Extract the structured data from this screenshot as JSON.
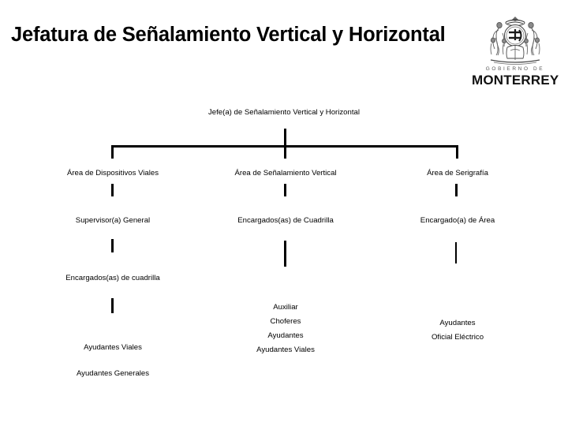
{
  "header": {
    "title": "Jefatura de Señalamiento Vertical y Horizontal",
    "logo": {
      "crest_alt": "coat-of-arms",
      "line1": "GOBIERNO DE",
      "line2": "MONTERREY"
    }
  },
  "colors": {
    "background": "#ffffff",
    "text": "#000000",
    "line": "#000000",
    "logo_subtitle": "#5a5a5a"
  },
  "chart_data": {
    "type": "diagram",
    "title": "Jefatura de Señalamiento Vertical y Horizontal",
    "orientation": "top-down",
    "root": "Jefe(a) de Señalamiento Vertical y Horizontal",
    "levels": [
      {
        "level": 1,
        "nodes": [
          "Jefe(a) de Señalamiento Vertical y Horizontal"
        ]
      },
      {
        "level": 2,
        "nodes": [
          "Área de Dispositivos Viales",
          "Área de Señalamiento Vertical",
          "Área de Serigrafía"
        ]
      },
      {
        "level": 3,
        "nodes": [
          "Supervisor(a) General",
          "Encargados(as) de Cuadrilla",
          "Encargado(a) de Área"
        ]
      },
      {
        "level": 4,
        "nodes": [
          "Encargados(as) de cuadrilla",
          "Auxiliar",
          "Ayudantes"
        ]
      },
      {
        "level": 5,
        "nodes": [
          "Ayudantes Viales",
          "Choferes",
          "Oficial Eléctrico"
        ]
      },
      {
        "level": 6,
        "nodes": [
          "Ayudantes Generales",
          "Ayudantes",
          "Ayudantes Viales"
        ]
      }
    ],
    "columns": [
      {
        "name": "dispositivos-viales",
        "items": [
          "Área de Dispositivos Viales",
          "Supervisor(a) General",
          "Encargados(as) de cuadrilla",
          "Ayudantes Viales",
          "Ayudantes Generales"
        ]
      },
      {
        "name": "senalamiento-vertical",
        "items": [
          "Área de Señalamiento Vertical",
          "Encargados(as) de Cuadrilla",
          "Auxiliar",
          "Choferes",
          "Ayudantes",
          "Ayudantes Viales"
        ]
      },
      {
        "name": "serigrafia",
        "items": [
          "Área de Serigrafía",
          "Encargado(a) de Área",
          "Ayudantes",
          "Oficial Eléctrico"
        ]
      }
    ]
  },
  "nodes": {
    "root": "Jefe(a) de Señalamiento Vertical y Horizontal",
    "area_dispositivos": "Área de Dispositivos Viales",
    "area_senalamiento": "Área de Señalamiento Vertical",
    "area_serigrafia": "Área de Serigrafía",
    "supervisor_general": "Supervisor(a) General",
    "encargados_cuadrilla": "Encargados(as) de Cuadrilla",
    "encargado_area": "Encargado(a) de Área",
    "encargados_cuadrilla_left": "Encargados(as) de cuadrilla",
    "ayudantes_viales_left": "Ayudantes Viales",
    "ayudantes_generales_left": "Ayudantes Generales",
    "center_auxiliar": "Auxiliar",
    "center_choferes": "Choferes",
    "center_ayudantes": "Ayudantes",
    "center_ayudantes_viales": "Ayudantes Viales",
    "right_ayudantes": "Ayudantes",
    "right_oficial_electrico": "Oficial Eléctrico"
  }
}
